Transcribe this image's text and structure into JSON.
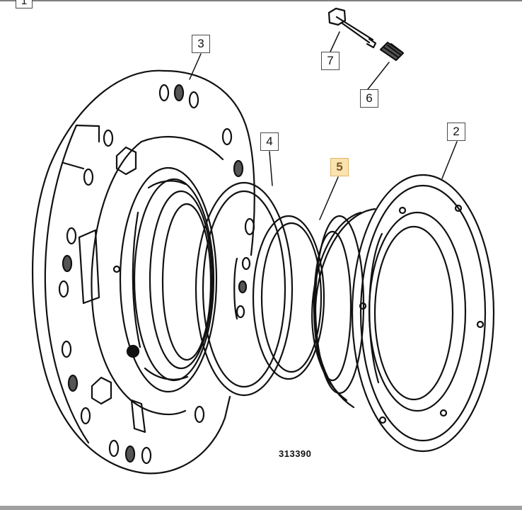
{
  "callouts": {
    "c1": "1",
    "c2": "2",
    "c3": "3",
    "c4": "4",
    "c5": "5",
    "c6": "6",
    "c7": "7"
  },
  "selected_callout": "5",
  "colors": {
    "line": "#111111",
    "highlight_fill": "#fbe3b0",
    "highlight_border": "#e3b566",
    "frame": "#a0a0a0"
  },
  "reference_number": "313390"
}
